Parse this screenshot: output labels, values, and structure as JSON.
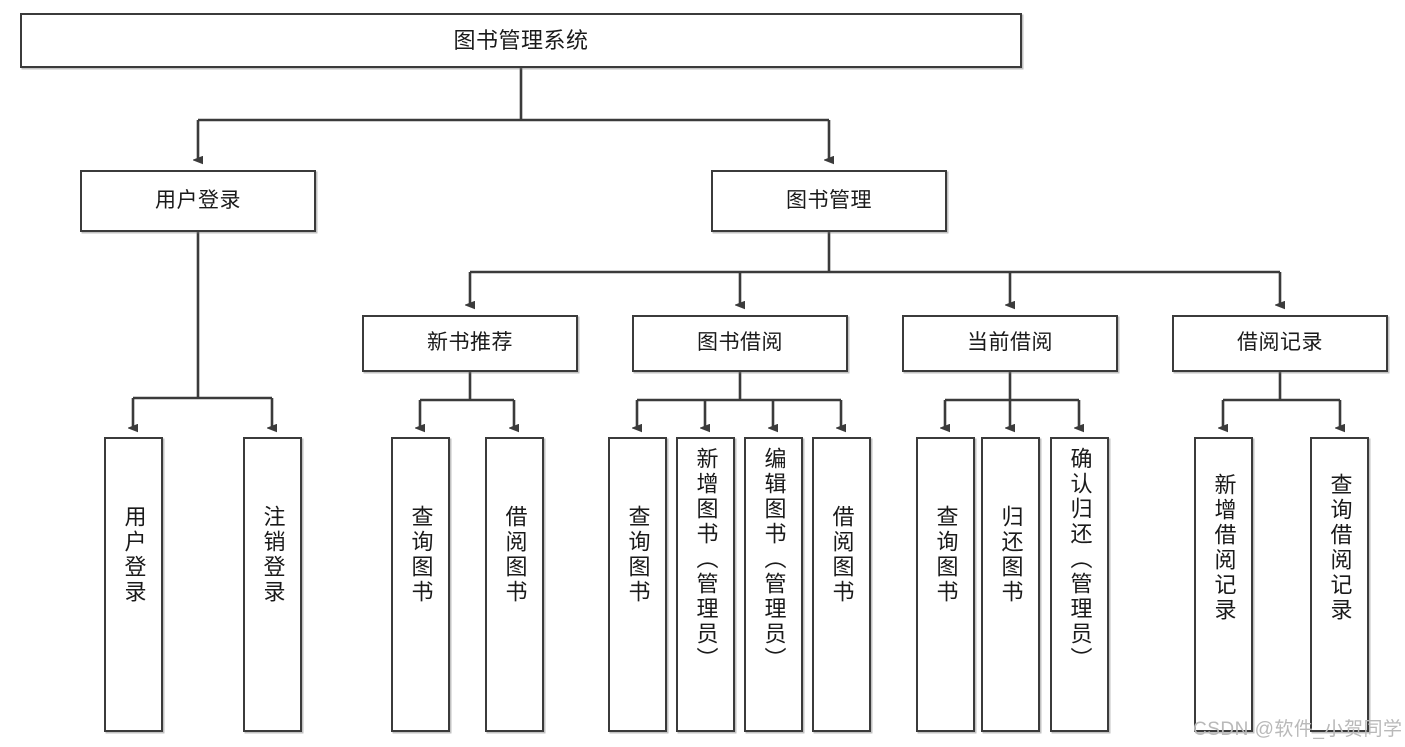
{
  "diagram": {
    "title": "图书管理系统",
    "type": "function-structure-tree",
    "root": {
      "label": "图书管理系统"
    },
    "level2": [
      {
        "label": "用户登录"
      },
      {
        "label": "图书管理"
      }
    ],
    "level3": [
      {
        "label": "新书推荐"
      },
      {
        "label": "图书借阅"
      },
      {
        "label": "当前借阅"
      },
      {
        "label": "借阅记录"
      }
    ],
    "leaves": {
      "user_login": [
        {
          "label": "用户登录"
        },
        {
          "label": "注销登录"
        }
      ],
      "new_book_recommend": [
        {
          "label": "查询图书"
        },
        {
          "label": "借阅图书"
        }
      ],
      "book_borrow": [
        {
          "label": "查询图书"
        },
        {
          "label": "新增图书（管理员）"
        },
        {
          "label": "编辑图书（管理员）"
        },
        {
          "label": "借阅图书"
        }
      ],
      "current_borrow": [
        {
          "label": "查询图书"
        },
        {
          "label": "归还图书"
        },
        {
          "label": "确认归还（管理员）"
        }
      ],
      "borrow_record": [
        {
          "label": "新增借阅记录"
        },
        {
          "label": "查询借阅记录"
        }
      ]
    }
  },
  "watermark": {
    "text": "CSDN @软件_小贺同学"
  },
  "colors": {
    "border": "#3b3b3b",
    "line": "#3b3b3b",
    "background": "#ffffff",
    "text": "#1a1a1a",
    "watermark": "#b9b9b9"
  }
}
